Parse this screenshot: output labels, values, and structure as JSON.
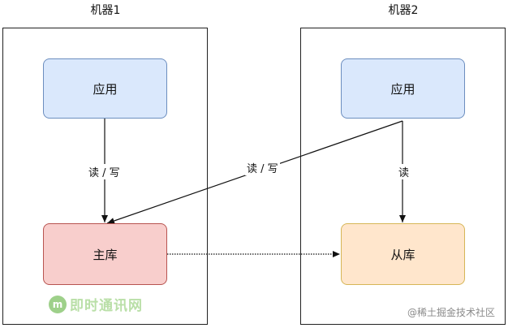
{
  "machines": {
    "machine1": {
      "title": "机器1"
    },
    "machine2": {
      "title": "机器2"
    }
  },
  "nodes": {
    "app1": "应用",
    "app2": "应用",
    "master": "主库",
    "slave": "从库"
  },
  "edges": {
    "app1_master": "读 / 写",
    "app2_master": "读 / 写",
    "app2_slave": "读"
  },
  "watermarks": {
    "left_brand": "即时通讯网",
    "right_brand": "@稀土掘金技术社区"
  },
  "colors": {
    "app_fill": "#dae8fc",
    "app_stroke": "#6c8ebf",
    "master_fill": "#f8cecc",
    "master_stroke": "#b85450",
    "slave_fill": "#ffe6cc",
    "slave_stroke": "#d6b656"
  }
}
